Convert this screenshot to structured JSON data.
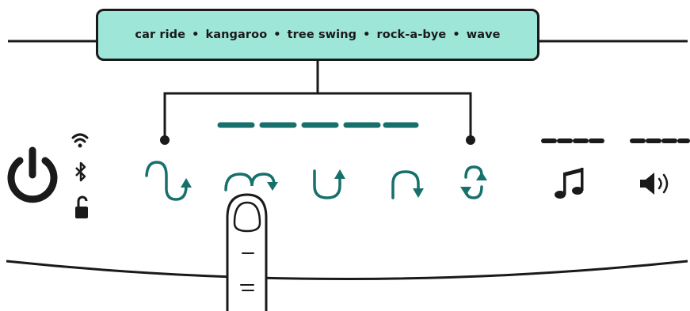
{
  "motion_modes": {
    "items": [
      "car ride",
      "kangaroo",
      "tree swing",
      "rock-a-bye",
      "wave"
    ],
    "separator": "•"
  },
  "status_icons": [
    "wifi-icon",
    "bluetooth-icon",
    "unlock-icon"
  ],
  "controls": {
    "power": "power-icon",
    "motion_buttons": [
      "car-ride-icon",
      "kangaroo-icon",
      "tree-swing-icon",
      "rock-a-bye-icon",
      "wave-icon"
    ],
    "sound": "music-note-icon",
    "volume": "volume-icon"
  },
  "colors": {
    "accent": "#17706b",
    "label_fill": "#9ee6d8",
    "ink": "#1a1a1a"
  }
}
